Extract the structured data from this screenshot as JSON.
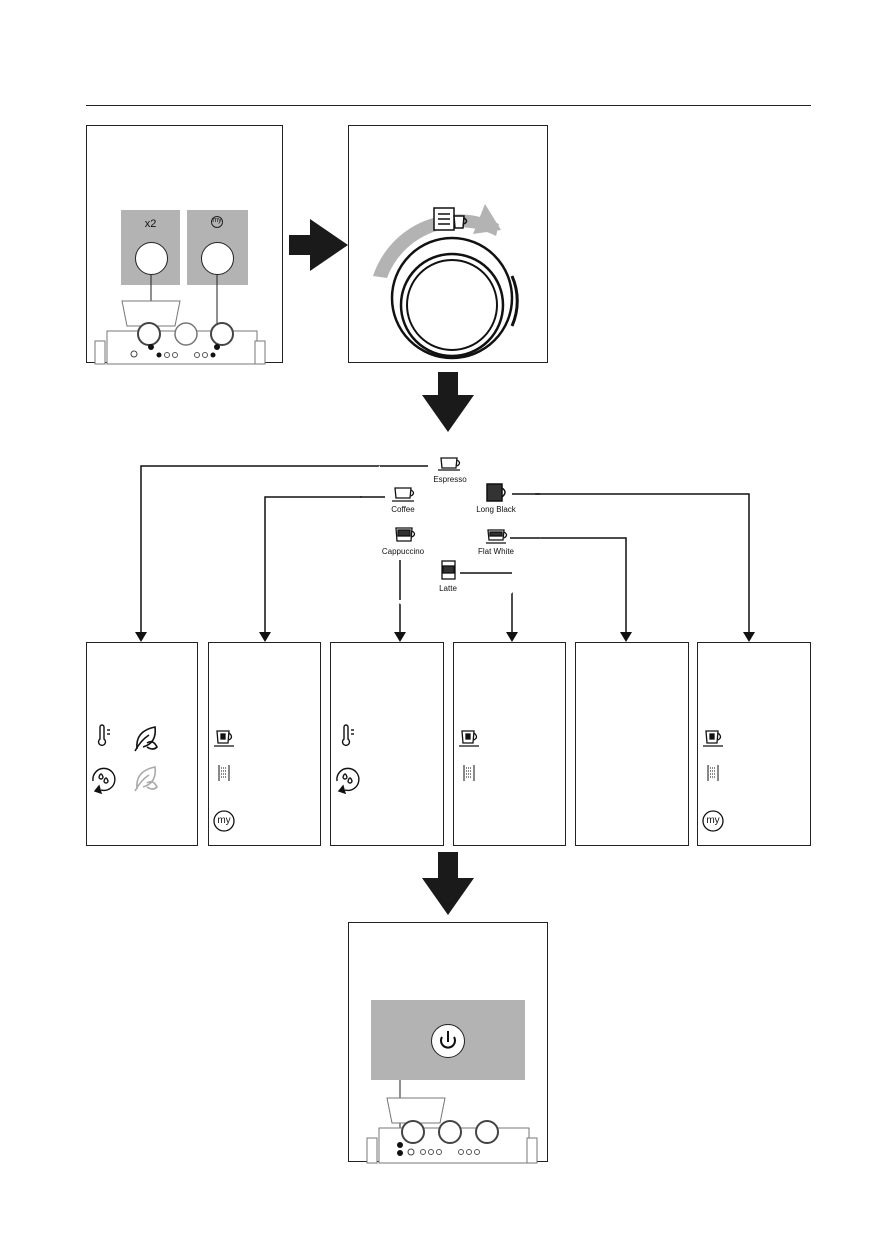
{
  "panel1": {
    "button_left_label": "x2",
    "button_right_label": "my"
  },
  "dial": {
    "items": [
      {
        "label": "Espresso"
      },
      {
        "label": "Coffee"
      },
      {
        "label": "Long Black"
      },
      {
        "label": "Cappuccino"
      },
      {
        "label": "Flat White"
      },
      {
        "label": "Latte"
      }
    ]
  },
  "result_panels": [
    {
      "icons": [
        "thermometer-icon",
        "leaf-eco-icon",
        "descale-icon",
        "leaf-eco-faded-icon"
      ]
    },
    {
      "icons": [
        "cup-size-icon",
        "grind-icon",
        "my-icon"
      ],
      "my_label": "my"
    },
    {
      "icons": [
        "thermometer-icon",
        "descale-icon"
      ]
    },
    {
      "icons": [
        "cup-size-icon",
        "grind-icon"
      ]
    },
    {
      "icons": []
    },
    {
      "icons": [
        "cup-size-icon",
        "grind-icon",
        "my-icon"
      ],
      "my_label": "my"
    }
  ],
  "colors": {
    "highlight_gray": "#b3b3b3",
    "line": "#222222",
    "arrow": "#1a1a1a"
  }
}
